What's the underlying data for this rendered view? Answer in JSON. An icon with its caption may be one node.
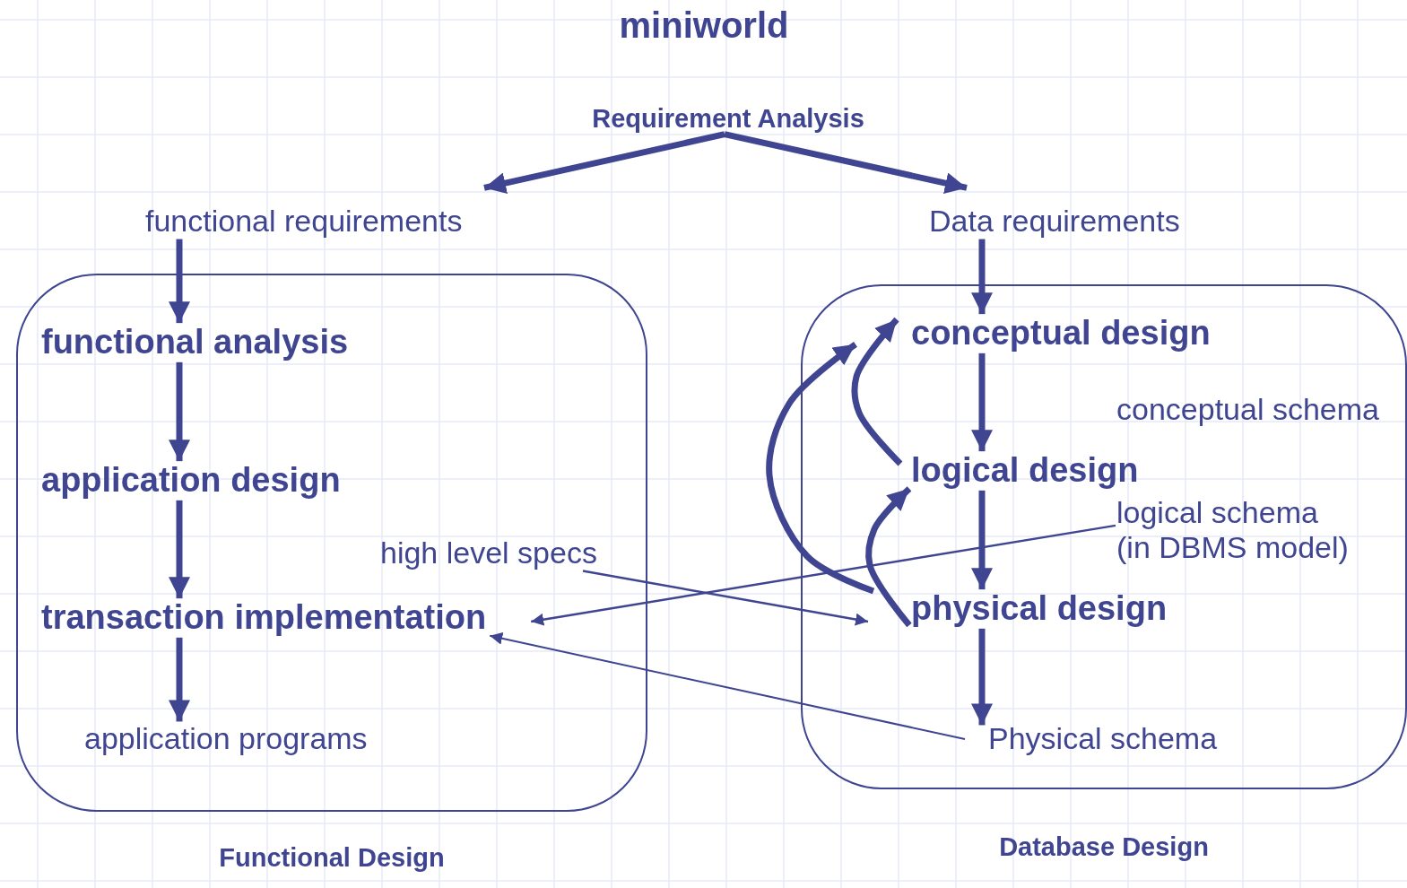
{
  "diagram": {
    "title": "miniworld",
    "nodes": [
      {
        "text": [
          "Requirement Analysis"
        ]
      },
      {
        "text": [
          "functional requirements"
        ]
      },
      {
        "text": [
          "Data requirements"
        ]
      },
      {
        "text": [
          "Functional Design"
        ]
      },
      {
        "text": [
          "functional analysis"
        ],
        "in": 3
      },
      {
        "text": [
          "application design"
        ],
        "in": 3
      },
      {
        "text": [
          "transaction implementation"
        ],
        "in": 3
      },
      {
        "text": [
          "application programs"
        ],
        "in": 3
      },
      {
        "text": [
          "high level specs"
        ],
        "in": 3
      },
      {
        "text": [
          "Database Design"
        ]
      },
      {
        "text": [
          "conceptual design"
        ],
        "in": 9
      },
      {
        "text": [
          "conceptual schema"
        ],
        "in": 9
      },
      {
        "text": [
          "logical design"
        ],
        "in": 9
      },
      {
        "text": [
          "logical schema (in DBMS model)"
        ],
        "in": 9
      },
      {
        "text": [
          "physical design"
        ],
        "in": 9
      },
      {
        "text": [
          "Physical schema"
        ],
        "in": 9
      }
    ],
    "edges": [
      {
        "from": 0,
        "to": 1,
        "arrow": "to"
      },
      {
        "from": 0,
        "to": 2,
        "arrow": "to"
      },
      {
        "from": 1,
        "to": 4,
        "arrow": "to"
      },
      {
        "from": 4,
        "to": 5,
        "arrow": "to"
      },
      {
        "from": 5,
        "to": 6,
        "arrow": "to"
      },
      {
        "from": 6,
        "to": 7,
        "arrow": "to"
      },
      {
        "from": 2,
        "to": 10,
        "arrow": "to"
      },
      {
        "from": 10,
        "to": 12,
        "arrow": "to"
      },
      {
        "from": 12,
        "to": 14,
        "arrow": "to"
      },
      {
        "from": 14,
        "to": 15,
        "arrow": "to"
      },
      {
        "from": 14,
        "to": 10,
        "arrow": "to"
      },
      {
        "from": 12,
        "to": 10,
        "arrow": "to"
      },
      {
        "from": 14,
        "to": 12,
        "arrow": "to"
      },
      {
        "from": 8,
        "to": 14,
        "arrow": "to"
      },
      {
        "from": 13,
        "to": 6,
        "arrow": "to"
      },
      {
        "from": 15,
        "to": 6,
        "arrow": "to"
      }
    ]
  }
}
